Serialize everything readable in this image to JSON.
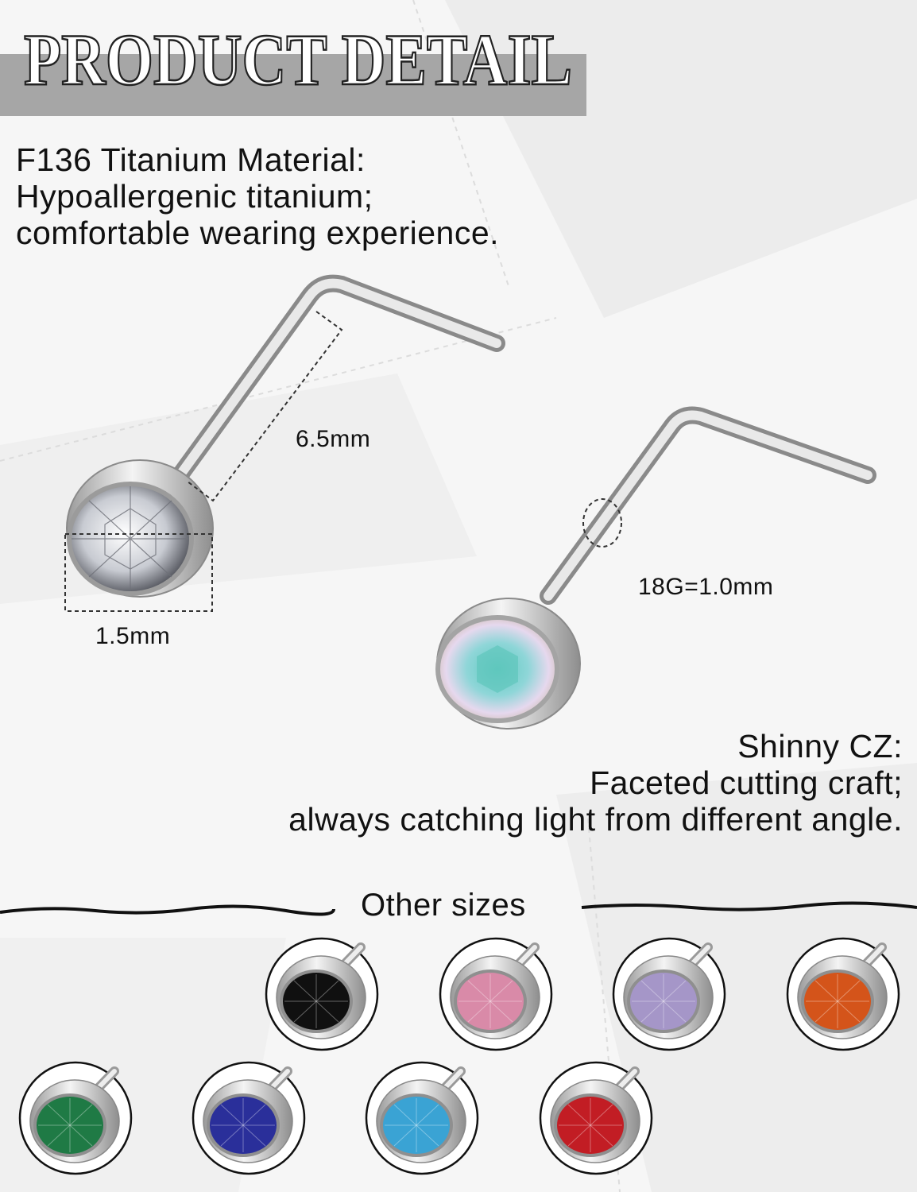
{
  "header": {
    "title": "PRODUCT DETAIL"
  },
  "material": {
    "lines": [
      "F136 Titanium Material:",
      "Hypoallergenic titanium;",
      "comfortable wearing experience."
    ]
  },
  "stone": {
    "lines": [
      "Shinny CZ:",
      "Faceted cutting craft;",
      "always catching light from different angle."
    ]
  },
  "dimensions": {
    "post_length": "6.5mm",
    "stone_size": "1.5mm",
    "gauge": "18G=1.0mm"
  },
  "other_sizes": {
    "title": "Other sizes",
    "swatches": [
      {
        "name": "black",
        "color": "#101010"
      },
      {
        "name": "pink",
        "color": "#d98aa8"
      },
      {
        "name": "lavender",
        "color": "#a596c8"
      },
      {
        "name": "orange",
        "color": "#d4541a"
      },
      {
        "name": "green",
        "color": "#1f7a45"
      },
      {
        "name": "sapphire",
        "color": "#2a2f9a"
      },
      {
        "name": "aqua",
        "color": "#3aa3d4"
      },
      {
        "name": "red",
        "color": "#c21d24"
      }
    ]
  },
  "colors": {
    "header_band": "#a6a6a6",
    "metal": "#c9c9c9",
    "text": "#111111"
  }
}
